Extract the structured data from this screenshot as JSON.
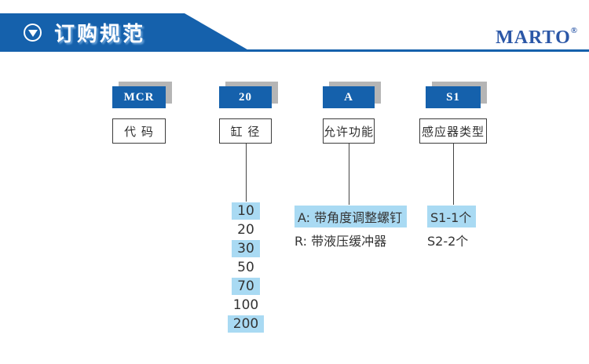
{
  "header": {
    "title": "订购规范",
    "brand": "MARTO",
    "brand_registered": "®",
    "banner_color": "#1561ac",
    "brand_color": "#2b57a7"
  },
  "diagram": {
    "box_color": "#1561ac",
    "shadow_color": "#b5b5b5",
    "highlight_color": "#a9daf3",
    "columns": [
      {
        "code": "MCR",
        "label": "代 码",
        "options": []
      },
      {
        "code": "20",
        "label": "缸 径",
        "options": [
          {
            "text": "10",
            "highlighted": true
          },
          {
            "text": "20",
            "highlighted": false
          },
          {
            "text": "30",
            "highlighted": true
          },
          {
            "text": "50",
            "highlighted": false
          },
          {
            "text": "70",
            "highlighted": true
          },
          {
            "text": "100",
            "highlighted": false
          },
          {
            "text": "200",
            "highlighted": true
          }
        ]
      },
      {
        "code": "A",
        "label": "允许功能",
        "options": [
          {
            "text": "A: 带角度调整螺钉",
            "highlighted": true
          },
          {
            "text": "R: 带液压缓冲器",
            "highlighted": false
          }
        ]
      },
      {
        "code": "S1",
        "label": "感应器类型",
        "options": [
          {
            "text": "S1-1个",
            "highlighted": true
          },
          {
            "text": "S2-2个",
            "highlighted": false
          }
        ]
      }
    ]
  }
}
